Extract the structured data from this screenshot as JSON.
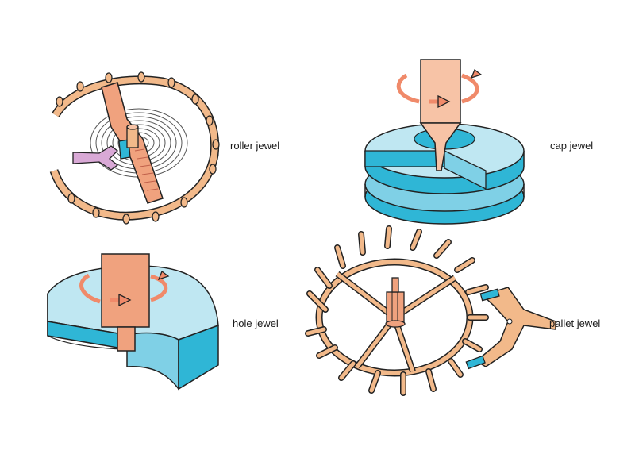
{
  "labels": {
    "roller": "roller jewel",
    "cap": "cap jewel",
    "hole": "hole jewel",
    "pallet": "pallet jewel"
  },
  "colors": {
    "brass": "#f2b98a",
    "brass_dark": "#c9865a",
    "staff": "#f0a27e",
    "staff_light": "#f7c3a6",
    "jewel_top": "#bfe7f2",
    "jewel_side": "#2fb6d6",
    "jewel_mid": "#7fd0e6",
    "arrow": "#f08a6a",
    "fork": "#d9a9d6",
    "outline": "#222222"
  },
  "icons": [
    "rotation-arrow-icon"
  ]
}
